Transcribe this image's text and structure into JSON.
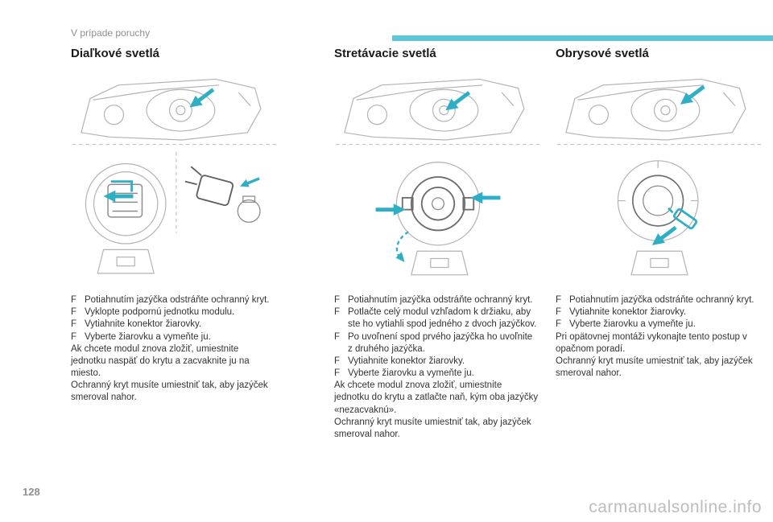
{
  "page": {
    "breadcrumb": "V prípade poruchy",
    "page_number": "128",
    "watermark": "carmanualsonline.info",
    "bullet_marker": "F"
  },
  "colors": {
    "accent_bar": "#5ec6d8",
    "arrow_teal": "#2fafc6"
  },
  "sections": [
    {
      "title": "Diaľkové svetlá",
      "bullets": [
        "Potiahnutím jazýčka odstráňte ochranný kryt.",
        "Vyklopte podpornú jednotku modulu.",
        "Vytiahnite konektor žiarovky.",
        "Vyberte žiarovku a vymeňte ju."
      ],
      "notes": [
        "Ak chcete modul znova zložiť, umiestnite jednotku naspäť do krytu a zacvaknite ju na miesto.",
        "Ochranný kryt musíte umiestniť tak, aby jazýček smeroval nahor."
      ]
    },
    {
      "title": "Stretávacie svetlá",
      "bullets": [
        "Potiahnutím jazýčka odstráňte ochranný kryt.",
        "Potlačte celý modul vzhľadom k držiaku, aby ste ho vytiahli spod jedného z dvoch jazýčkov.",
        "Po uvoľnení spod prvého jazýčka ho uvoľnite z druhého jazýčka.",
        "Vytiahnite konektor žiarovky.",
        "Vyberte žiarovku a vymeňte ju."
      ],
      "notes": [
        "Ak chcete modul znova zložiť, umiestnite jednotku do krytu a zatlačte naň, kým oba jazýčky «nezacvaknú».",
        "Ochranný kryt musíte umiestniť tak, aby jazýček smeroval nahor."
      ]
    },
    {
      "title": "Obrysové svetlá",
      "bullets": [
        "Potiahnutím jazýčka odstráňte ochranný kryt.",
        "Vytiahnite konektor žiarovky.",
        "Vyberte žiarovku a vymeňte ju."
      ],
      "notes": [
        "Pri opätovnej montáži vykonajte tento postup v opačnom poradí.",
        "Ochranný kryt musíte umiestniť tak, aby jazýček smeroval nahor."
      ]
    }
  ]
}
